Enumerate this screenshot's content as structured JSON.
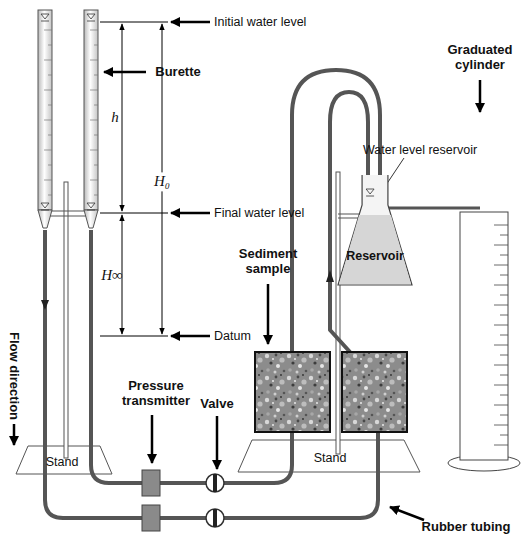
{
  "diagram": {
    "nodes": [
      {
        "text": [
          "Reservoir"
        ]
      }
    ],
    "labels": [
      "Initial water level",
      "Burette",
      "h",
      "H₀",
      "Final water level",
      "H∞",
      "Datum",
      "Flow direction",
      "Water level reservoir",
      "Graduated cylinder",
      "Sediment sample",
      "Stand",
      "Stand",
      "Pressure transmitter",
      "Valve",
      "Rubber tubing"
    ]
  }
}
